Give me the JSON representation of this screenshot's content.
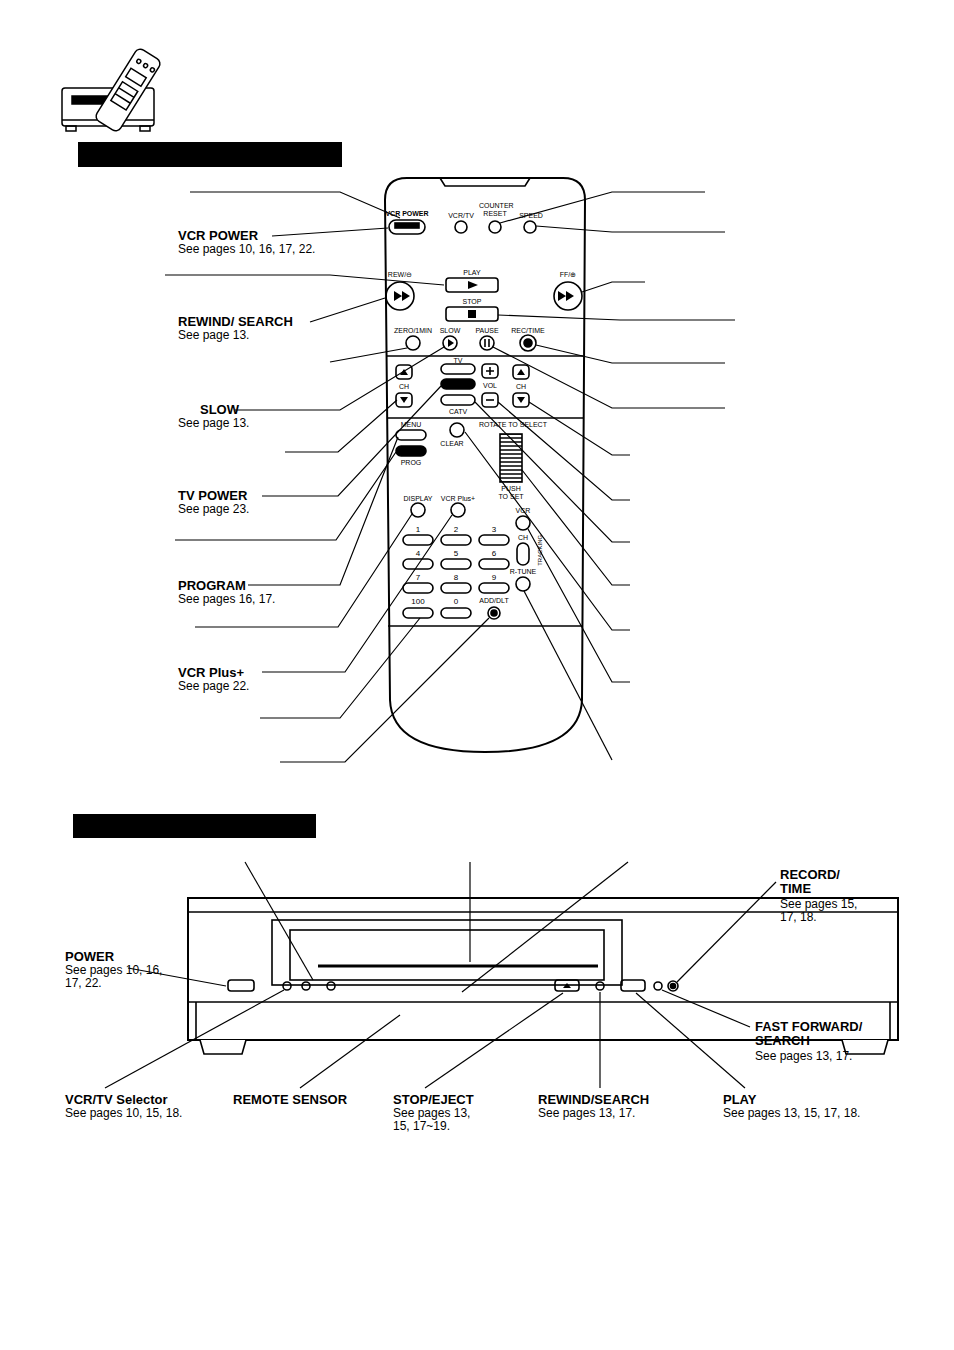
{
  "diagram": {
    "labels": [
      "VCR POWER",
      "See pages 10, 16, 17, 22.",
      "REWIND/ SEARCH",
      "See page 13.",
      "SLOW",
      "See page 13.",
      "TV POWER",
      "See page 23.",
      "PROGRAM",
      "See pages 16, 17.",
      "VCR Plus+",
      "See page 22.",
      "VCR POWER",
      "VCR/TV",
      "COUNTER RESET",
      "SPEED",
      "REW/⊖",
      "PLAY",
      "FF/⊕",
      "STOP",
      "ZERO/1MIN",
      "SLOW",
      "PAUSE",
      "REC/TIME",
      "TV",
      "CH",
      "VOL",
      "CH",
      "CATV",
      "CLEAR",
      "ROTATE TO SELECT",
      "MENU",
      "PROG",
      "PUSH TO SET",
      "DISPLAY",
      "VCR Plus+",
      "1",
      "2",
      "3",
      "4",
      "5",
      "6",
      "7",
      "8",
      "9",
      "100",
      "0",
      "ADD/DLT",
      "VCR",
      "CH",
      "TRACKING",
      "R-TUNE",
      "POWER",
      "See pages 10, 16, 17, 22.",
      "RECORD/ TIME",
      "See pages 15, 17, 18.",
      "FAST FORWARD/ SEARCH",
      "See pages 13, 17.",
      "VCR/TV Selector",
      "See pages 10, 15, 18.",
      "REMOTE SENSOR",
      "STOP/EJECT",
      "See pages 13, 15, 17~19.",
      "REWIND/SEARCH",
      "See pages 13, 17.",
      "PLAY",
      "See pages 13, 15, 17, 18."
    ]
  }
}
